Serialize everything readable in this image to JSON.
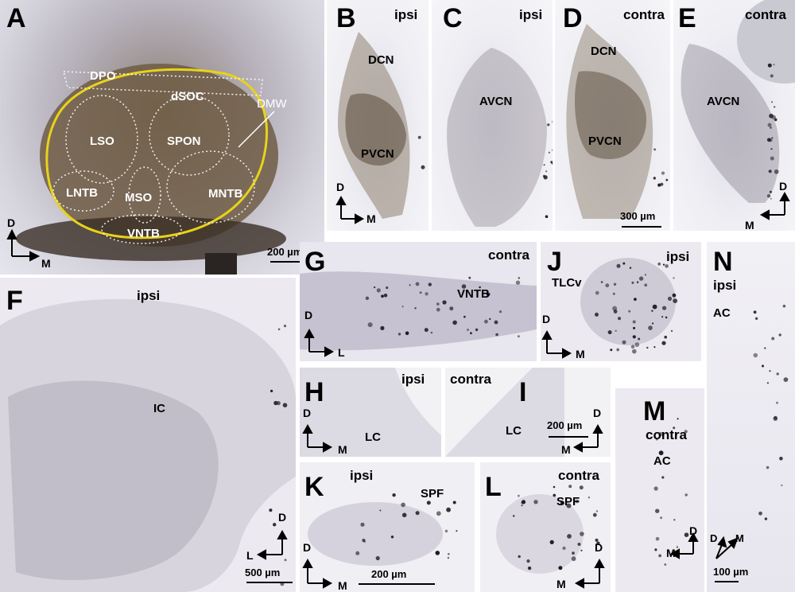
{
  "panels": {
    "A": {
      "letter": "A",
      "regions": [
        "DPO",
        "dSOC",
        "DMW",
        "LSO",
        "SPON",
        "LNTB",
        "MSO",
        "MNTB",
        "VNTB"
      ],
      "axis": {
        "v": "D",
        "h": "M"
      },
      "scale": "200 µm",
      "colors": {
        "boundary": "#e8d21a",
        "tissue": "#6b5a40"
      }
    },
    "B": {
      "letter": "B",
      "tag": "ipsi",
      "regions": [
        "DCN",
        "PVCN"
      ],
      "axis": {
        "v": "D",
        "h": "M"
      }
    },
    "C": {
      "letter": "C",
      "tag": "ipsi",
      "regions": [
        "AVCN"
      ]
    },
    "D": {
      "letter": "D",
      "tag": "contra",
      "regions": [
        "DCN",
        "PVCN"
      ],
      "scale": "300 µm"
    },
    "E": {
      "letter": "E",
      "tag": "contra",
      "regions": [
        "AVCN"
      ],
      "axis": {
        "v": "D",
        "h": "M"
      }
    },
    "F": {
      "letter": "F",
      "tag": "ipsi",
      "regions": [
        "IC"
      ],
      "axis": {
        "v": "D",
        "h": "L"
      },
      "scale": "500 µm"
    },
    "G": {
      "letter": "G",
      "tag": "contra",
      "regions": [
        "VNTB"
      ],
      "axis": {
        "v": "D",
        "h": "L"
      }
    },
    "H": {
      "letter": "H",
      "tag": "ipsi",
      "regions": [
        "LC"
      ],
      "axis": {
        "v": "D",
        "h": "M"
      }
    },
    "I": {
      "letter": "I",
      "tag": "contra",
      "regions": [
        "LC"
      ],
      "axis": {
        "v": "D",
        "h": "M"
      },
      "scale": "200 µm"
    },
    "J": {
      "letter": "J",
      "tag": "ipsi",
      "regions": [
        "TLCv"
      ],
      "axis": {
        "v": "D",
        "h": "M"
      }
    },
    "K": {
      "letter": "K",
      "tag": "ipsi",
      "regions": [
        "SPF"
      ],
      "axis": {
        "v": "D",
        "h": "M"
      },
      "scale": "200 µm"
    },
    "L": {
      "letter": "L",
      "tag": "contra",
      "regions": [
        "SPF"
      ],
      "axis": {
        "v": "D",
        "h": "M"
      }
    },
    "M": {
      "letter": "M",
      "tag": "contra",
      "regions": [
        "AC"
      ],
      "axis": {
        "v": "D",
        "h": "M"
      }
    },
    "N": {
      "letter": "N",
      "tag": "ipsi",
      "regions": [
        "AC"
      ],
      "axis": {
        "v": "D",
        "h": "M"
      },
      "scale": "100 µm"
    }
  }
}
